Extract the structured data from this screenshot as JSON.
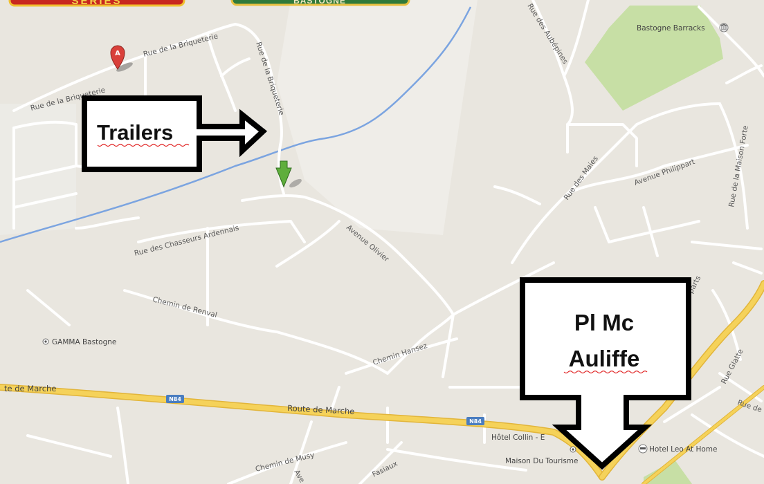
{
  "logos": {
    "left_text": "SERIES",
    "right_text": "BASTOGNE"
  },
  "callouts": {
    "trailers": "Trailers",
    "place_line1": "Pl Mc",
    "place_line2": "Auliffe"
  },
  "markers": {
    "a_letter": "A"
  },
  "road_shields": {
    "n84": "N84"
  },
  "labels": {
    "rue_briqueterie_1": "Rue de la Briqueterie",
    "rue_briqueterie_2": "Rue de la Briqueterie",
    "rue_briqueterie_3": "Rue de la Briqueterie",
    "rue_aubepines": "Rue des Aubépines",
    "bastogne_barracks": "Bastogne Barracks",
    "avenue_philippart": "Avenue Philippart",
    "rue_maies": "Rue des Maies",
    "rue_maison_forte": "Rue de la Maison Forte",
    "rue_chasseurs": "Rue des Chasseurs Ardennais",
    "avenue_olivier": "Avenue Olivier",
    "chemin_renval": "Chemin de Renval",
    "gamma": "GAMMA Bastogne",
    "chemin_hansez": "Chemin Hansez",
    "route_marche_left": "te de Marche",
    "route_marche_center": "Route de Marche",
    "chemin_musy": "Chemin de Musy",
    "hotel_collin": "Hôtel Collin - E",
    "maison_tourisme": "Maison Du Tourisme",
    "hotel_leo": "Hotel Leo At Home",
    "rue_glatte": "Rue Glatte",
    "rue_de": "Rue de",
    "fasiaux": "Fasiaux",
    "parts": "parts",
    "ave": "Ave"
  },
  "colors": {
    "map_bg": "#e9e6df",
    "area_light": "#f0eee9",
    "park": "#c7dfa5",
    "water": "#7ba4e0",
    "road_minor": "#ffffff",
    "road_major": "#f5d25a",
    "road_major_edge": "#e2b53a",
    "marker_a": "#d9403a",
    "marker_green": "#5fae3c"
  },
  "icons": {
    "marker_a": "map-pin-icon",
    "marker_green": "green-arrow-marker-icon",
    "barracks": "museum-icon",
    "gamma": "poi-dot-icon",
    "tourism": "poi-dot-icon",
    "hotel": "hotel-icon"
  }
}
